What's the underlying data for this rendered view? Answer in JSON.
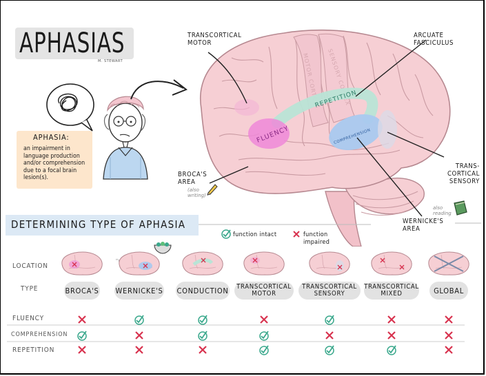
{
  "header": {
    "title": "APHASIAS",
    "author": "M. STEWART"
  },
  "definition": {
    "term": "APHASIA:",
    "text": "an impairment in language production and/or comprehension due to a focal brain lesion(s)."
  },
  "brain_labels": {
    "transcortical_motor": "TRANSCORTICAL MOTOR",
    "arcuate_fasciculus": "ARCUATE FASCICULUS",
    "motor_cortex": "MOTOR CORTEX",
    "sensory_cortex": "SENSORY CORTEX",
    "fluency": "FLUENCY",
    "repetition": "REPETITION",
    "comprehension": "COMPREHENSION",
    "brocas_area": "BROCA'S AREA",
    "also_writing": "(also writing)",
    "trans_cortical_sensory": "TRANS-CORTICAL SENSORY",
    "wernickes_area": "WERNICKE'S AREA",
    "also_reading": "also reading"
  },
  "section": {
    "title": "DETERMINING TYPE OF APHASIA",
    "legend_intact": "function intact",
    "legend_impaired": "function impaired",
    "word_salad": "\"word salad\""
  },
  "row_labels": {
    "location": "LOCATION",
    "type": "TYPE",
    "fluency": "FLUENCY",
    "comprehension": "COMPREHENSION",
    "repetition": "REPETITION"
  },
  "types": [
    {
      "name": "BROCA'S",
      "fluency": false,
      "comprehension": true,
      "repetition": false,
      "lesion": "front"
    },
    {
      "name": "WERNICKE'S",
      "fluency": true,
      "comprehension": false,
      "repetition": false,
      "lesion": "back"
    },
    {
      "name": "CONDUCTION",
      "fluency": true,
      "comprehension": true,
      "repetition": false,
      "lesion": "arc"
    },
    {
      "name": "TRANSCORTICAL MOTOR",
      "fluency": false,
      "comprehension": true,
      "repetition": true,
      "lesion": "upperfront"
    },
    {
      "name": "TRANSCORTICAL SENSORY",
      "fluency": true,
      "comprehension": false,
      "repetition": true,
      "lesion": "backlower"
    },
    {
      "name": "TRANSCORTICAL MIXED",
      "fluency": false,
      "comprehension": false,
      "repetition": true,
      "lesion": "both"
    },
    {
      "name": "GLOBAL",
      "fluency": false,
      "comprehension": false,
      "repetition": false,
      "lesion": "global"
    }
  ],
  "colors": {
    "brain": "#f6cfd4",
    "brain_outline": "#b68890",
    "fluency_region": "#ee88d8",
    "comprehension_region": "#a9c9ef",
    "repetition_tract": "#b9e4d6",
    "check": "#3aa88c",
    "cross": "#d8334f",
    "definition_bg": "#fde6cc",
    "section_bg": "#dce9f5"
  }
}
